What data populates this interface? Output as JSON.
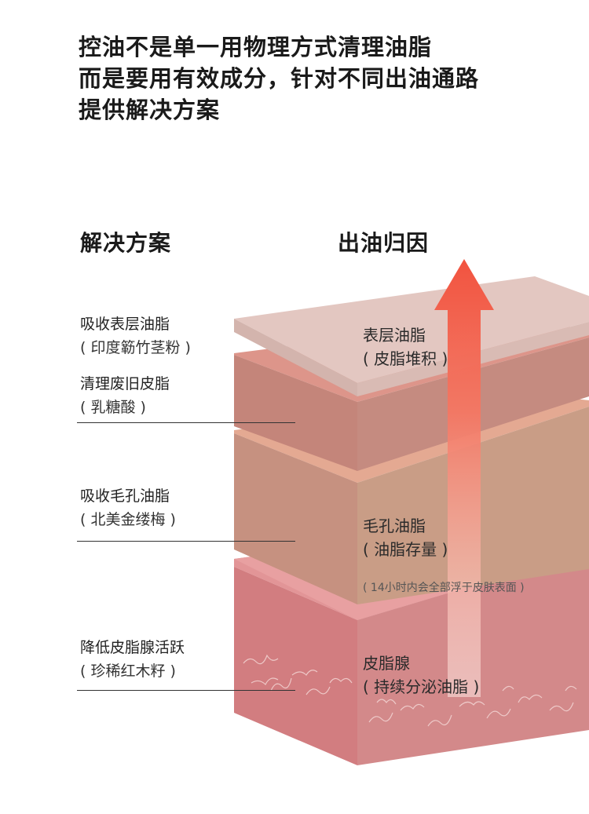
{
  "headline": {
    "line1": "控油不是单一用物理方式清理油脂",
    "line2": "而是要用有效成分，针对不同出油通路",
    "line3": "提供解决方案"
  },
  "columns": {
    "solutions_title": "解决方案",
    "causes_title": "出油归因"
  },
  "solutions": [
    {
      "name": "吸收表层油脂",
      "ingredient": "( 印度簕竹茎粉 )"
    },
    {
      "name": "清理废旧皮脂",
      "ingredient": "( 乳糖酸 )"
    },
    {
      "name": "吸收毛孔油脂",
      "ingredient": "( 北美金缕梅 )"
    },
    {
      "name": "降低皮脂腺活跃",
      "ingredient": "( 珍稀红木籽 )"
    }
  ],
  "layers": [
    {
      "name": "表层油脂",
      "detail": "( 皮脂堆积 )"
    },
    {
      "name": "毛孔油脂",
      "detail": "( 油脂存量 )",
      "note": "( 14小时内会全部浮于皮肤表面 )"
    },
    {
      "name": "皮脂腺",
      "detail": "( 持续分泌油脂 )"
    }
  ],
  "colors": {
    "top_sheet": "#e3c7c1",
    "layer2": "#c98f84",
    "layer3": "#c89a86",
    "layer4": "#d9868a",
    "arrow_top": "#f2533f",
    "arrow_bottom": "#fde7e2"
  }
}
